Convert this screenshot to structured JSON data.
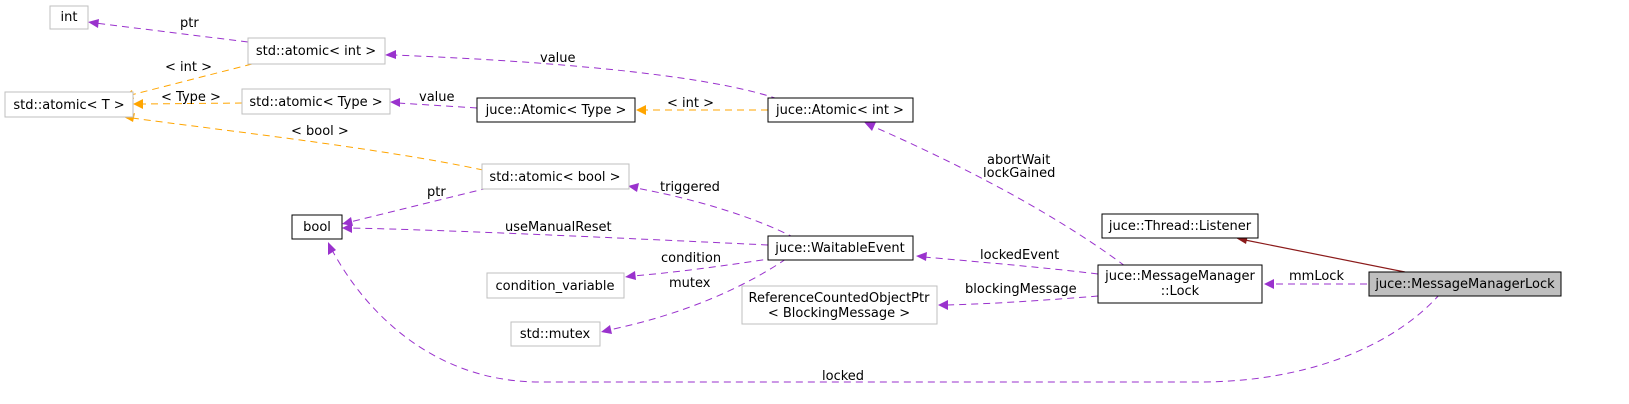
{
  "nodes": {
    "int": "int",
    "atomic_int": "std::atomic< int >",
    "atomic_T": "std::atomic< T >",
    "atomic_Type": "std::atomic< Type >",
    "juce_atomic_type": "juce::Atomic< Type >",
    "juce_atomic_int": "juce::Atomic< int >",
    "atomic_bool": "std::atomic< bool >",
    "bool": "bool",
    "waitable_event": "juce::WaitableEvent",
    "condition_variable": "condition_variable",
    "mutex": "std::mutex",
    "thread_listener": "juce::Thread::Listener",
    "mm_lock_line1": "juce::MessageManager",
    "mm_lock_line2": "::Lock",
    "rcop_line1": "ReferenceCountedObjectPtr",
    "rcop_line2": "< BlockingMessage >",
    "mml": "juce::MessageManagerLock"
  },
  "edge_labels": {
    "ptr_int": "ptr",
    "tmpl_int": "< int >",
    "value_atomic_int": "value",
    "tmpl_type": "< Type >",
    "value_atomic_type": "value",
    "tmpl_int2": "< int >",
    "tmpl_bool": "< bool >",
    "ptr_bool": "ptr",
    "triggered": "triggered",
    "use_manual_reset": "useManualReset",
    "abort_wait": "abortWait",
    "lock_gained": "lockGained",
    "condition": "condition",
    "mutex": "mutex",
    "locked_event": "lockedEvent",
    "blocking_message": "blockingMessage",
    "mm_lock": "mmLock",
    "locked": "locked"
  },
  "colors": {
    "usage_edge": "#9a32cd",
    "template_edge": "#ffa500",
    "inheritance_edge": "#8b1a1a",
    "external_node_border": "#bfbfbf",
    "focus_node_fill": "#bfbfbf"
  }
}
